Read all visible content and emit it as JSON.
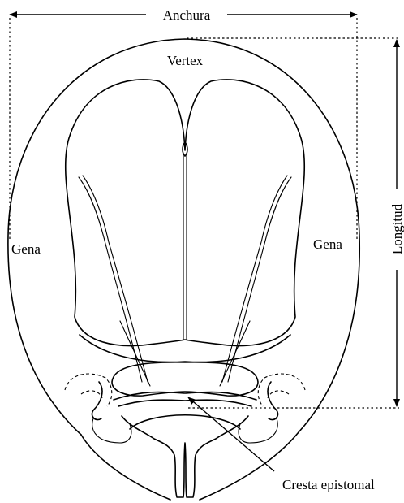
{
  "figure": {
    "labels": {
      "width": "Anchura",
      "length": "Longitud",
      "vertex": "Vertex",
      "gena_left": "Gena",
      "gena_right": "Gena",
      "epistomal_ridge": "Cresta epistomal"
    },
    "ink_color": "#000000",
    "background_color": "#ffffff"
  }
}
